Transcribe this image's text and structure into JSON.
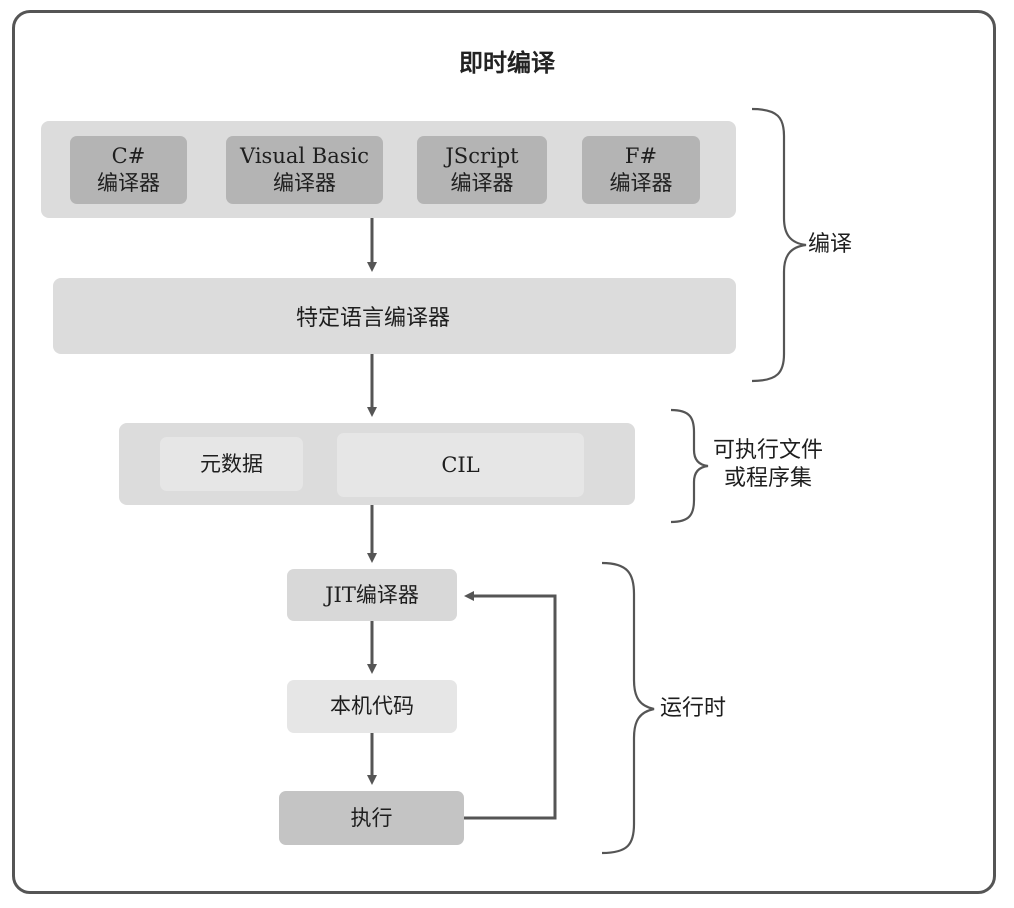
{
  "title": "即时编译",
  "compilers": {
    "csharp": "C#\n编译器",
    "vb": "Visual Basic\n编译器",
    "jscript": "JScript\n编译器",
    "fsharp": "F#\n编译器"
  },
  "language_compiler": "特定语言编译器",
  "assembly": {
    "metadata": "元数据",
    "cil": "CIL"
  },
  "runtime": {
    "jit": "JIT编译器",
    "native_code": "本机代码",
    "execute": "执行"
  },
  "brace_labels": {
    "compile": "编译",
    "executable": "可执行文件\n或程序集",
    "runtime": "运行时"
  },
  "colors": {
    "panel": "#dcdcdc",
    "compiler_box": "#b4b4b4",
    "arrow": "#555555",
    "border": "#555555"
  }
}
